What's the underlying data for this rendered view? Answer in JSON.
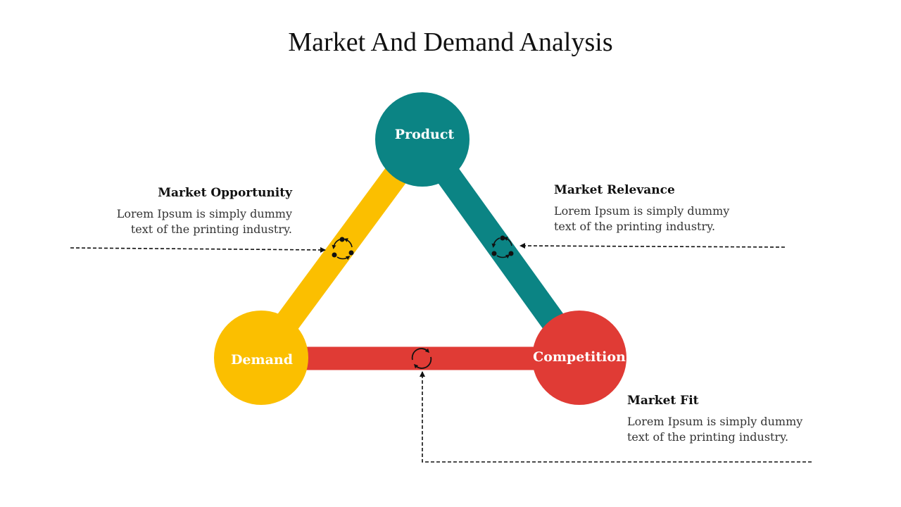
{
  "title": "Market And Demand Analysis",
  "nodes": {
    "product": {
      "label": "Product",
      "color": "#0b8484"
    },
    "demand": {
      "label": "Demand",
      "color": "#fbbf00"
    },
    "competition": {
      "label": "Competition",
      "color": "#e03b35"
    }
  },
  "callouts": {
    "opportunity": {
      "heading": "Market Opportunity",
      "line1": "Lorem Ipsum is simply dummy",
      "line2": "text of the printing industry."
    },
    "relevance": {
      "heading": "Market Relevance",
      "line1": "Lorem Ipsum is simply dummy",
      "line2": "text of the printing industry."
    },
    "fit": {
      "heading": "Market Fit",
      "line1": "Lorem Ipsum is simply dummy",
      "line2": "text of the printing industry."
    }
  },
  "icons": [
    "cycle-people-icon",
    "cycle-people-icon",
    "refresh-cycle-icon"
  ]
}
